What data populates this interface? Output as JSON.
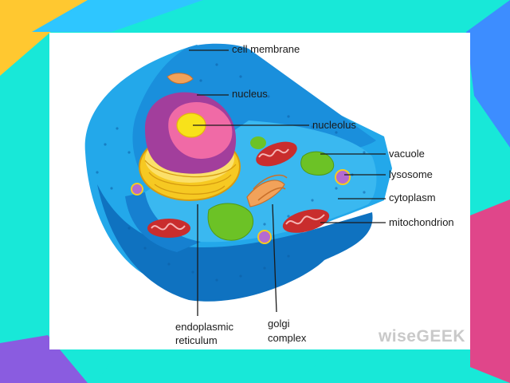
{
  "diagram": {
    "labels": {
      "cell_membrane": "cell membrane",
      "nucleus": "nucleus",
      "nucleolus": "nucleolus",
      "vacuole": "vacuole",
      "lysosome": "lysosome",
      "cytoplasm": "cytoplasm",
      "mitochondrion": "mitochondrion",
      "endoplasmic_reticulum": [
        "endoplasmic",
        "reticulum"
      ],
      "golgi_complex": [
        "golgi",
        "complex"
      ]
    },
    "watermark": "wiseGEEK"
  },
  "colors": {
    "background": "#18e8d8",
    "cell_blue": "#23a8ea",
    "cell_dark": "#0f72c0",
    "nucleus_purple": "#a23e9c",
    "nucleolus_yellow": "#f8e21a",
    "er_yellow": "#f6c922",
    "vacuole_green": "#6cc226",
    "mitochondrion_red": "#c92d2d"
  }
}
